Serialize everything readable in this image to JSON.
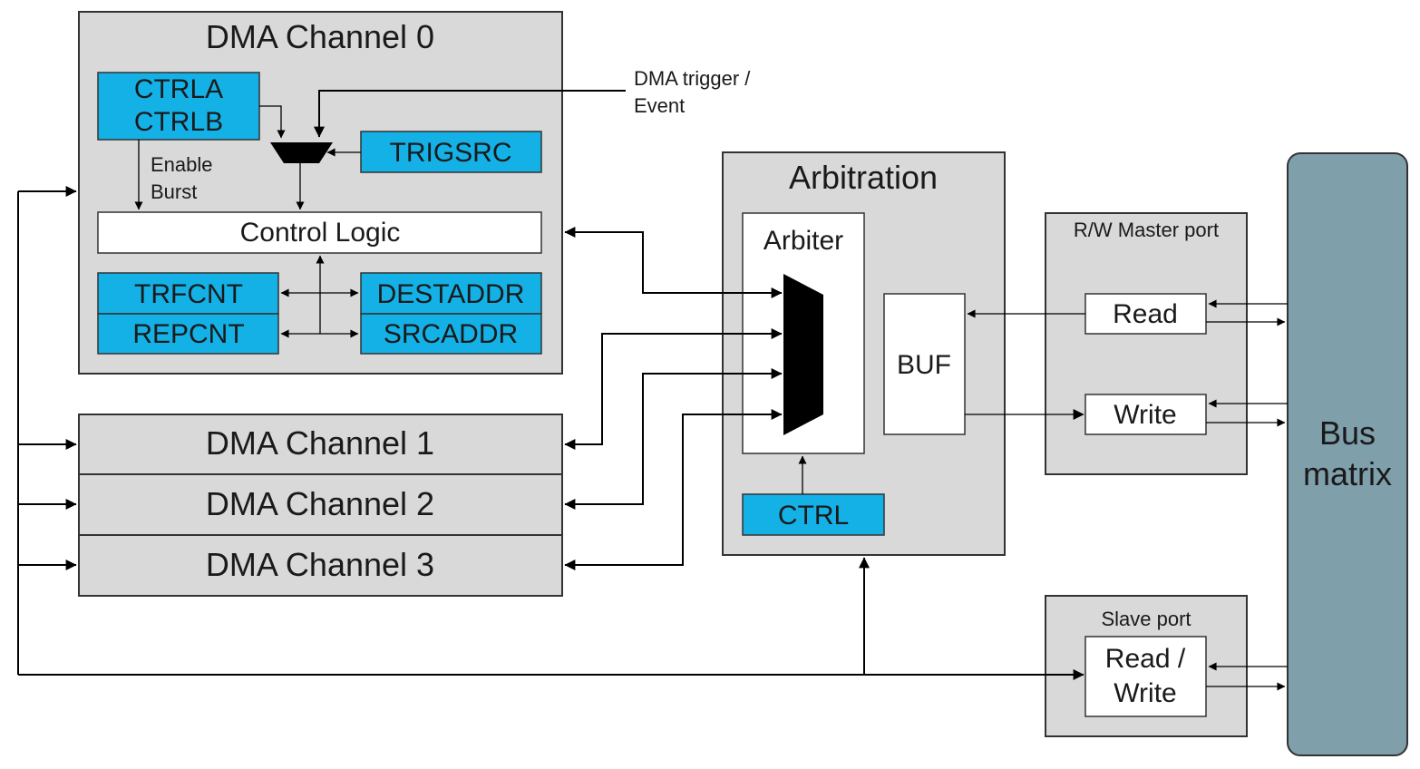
{
  "diagram": {
    "channel0": {
      "title": "DMA Channel 0",
      "ctrla": "CTRLA",
      "ctrlb": "CTRLB",
      "trigsrc": "TRIGSRC",
      "enable_label": "Enable",
      "burst_label": "Burst",
      "control_logic": "Control Logic",
      "trfcnt": "TRFCNT",
      "repcnt": "REPCNT",
      "destaddr": "DESTADDR",
      "srcaddr": "SRCADDR"
    },
    "trigger": {
      "line1": "DMA trigger /",
      "line2": "Event"
    },
    "channels": {
      "ch1": "DMA Channel 1",
      "ch2": "DMA Channel 2",
      "ch3": "DMA Channel 3"
    },
    "arbitration": {
      "title": "Arbitration",
      "arbiter": "Arbiter",
      "buf": "BUF",
      "ctrl": "CTRL"
    },
    "master_port": {
      "title": "R/W Master port",
      "read": "Read",
      "write": "Write"
    },
    "slave_port": {
      "title": "Slave port",
      "rw_line1": "Read /",
      "rw_line2": "Write"
    },
    "bus_matrix": {
      "line1": "Bus",
      "line2": "matrix"
    },
    "colors": {
      "gray_block": "#d9d9d9",
      "register_blue": "#14b1e7",
      "bus_matrix": "#7f9faa",
      "wire": "#000000"
    }
  }
}
